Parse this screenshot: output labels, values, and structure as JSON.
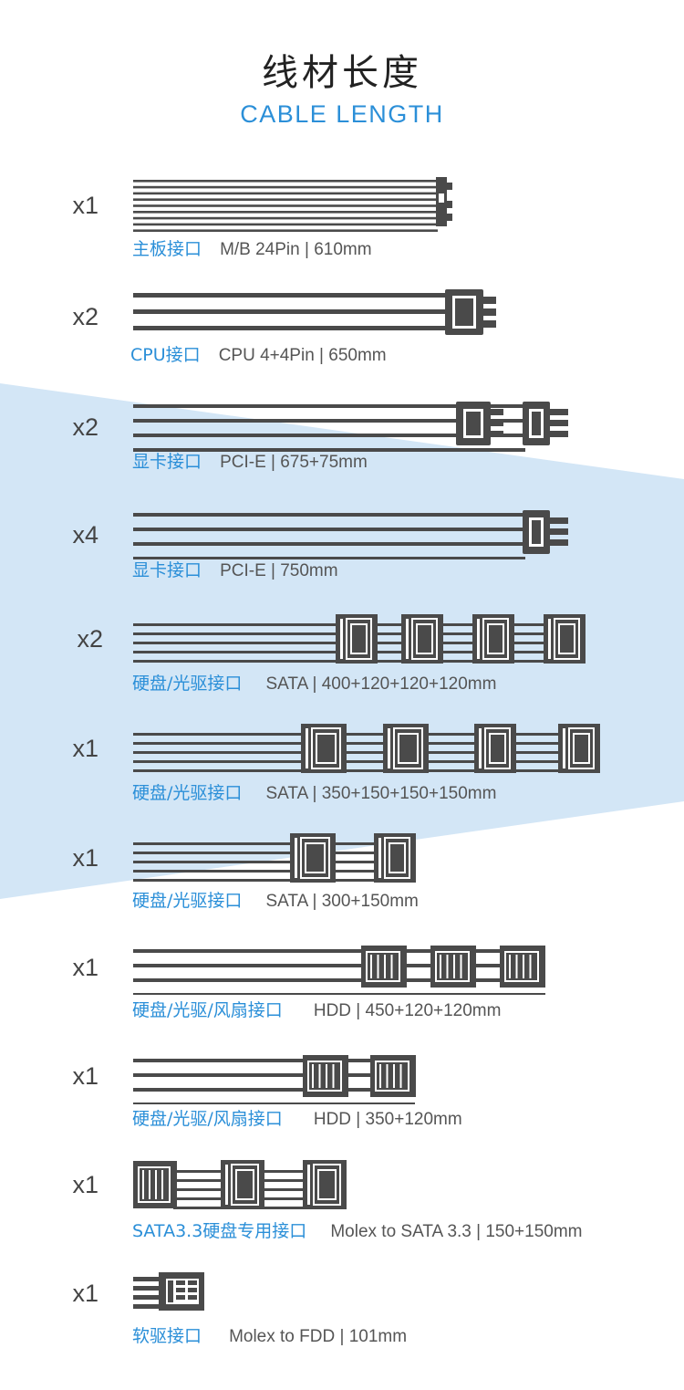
{
  "colors": {
    "accent": "#2b8fd8",
    "band": "#d3e6f6",
    "cable": "#4a4a4a",
    "text": "#555555"
  },
  "heading": {
    "zh": "线材长度",
    "en": "CABLE LENGTH"
  },
  "cables": [
    {
      "qty": "x1",
      "zh": "主板接口",
      "spec": "M/B 24Pin  |  610mm"
    },
    {
      "qty": "x2",
      "zh": "CPU接口",
      "spec": "CPU 4+4Pin  |  650mm"
    },
    {
      "qty": "x2",
      "zh": "显卡接口",
      "spec": "PCI-E  |  675+75mm"
    },
    {
      "qty": "x4",
      "zh": "显卡接口",
      "spec": "PCI-E  |  750mm"
    },
    {
      "qty": "x2",
      "zh": "硬盘/光驱接口",
      "spec": "SATA  |  400+120+120+120mm"
    },
    {
      "qty": "x1",
      "zh": "硬盘/光驱接口",
      "spec": "SATA  |  350+150+150+150mm"
    },
    {
      "qty": "x1",
      "zh": "硬盘/光驱接口",
      "spec": "SATA  |  300+150mm"
    },
    {
      "qty": "x1",
      "zh": "硬盘/光驱/风扇接口",
      "spec": "HDD  |  450+120+120mm"
    },
    {
      "qty": "x1",
      "zh": "硬盘/光驱/风扇接口",
      "spec": "HDD  |  350+120mm"
    },
    {
      "qty": "x1",
      "zh": "SATA3.3硬盘专用接口",
      "spec": "Molex to SATA 3.3  |  150+150mm"
    },
    {
      "qty": "x1",
      "zh": "软驱接口",
      "spec": "Molex to FDD  |  101mm"
    }
  ]
}
